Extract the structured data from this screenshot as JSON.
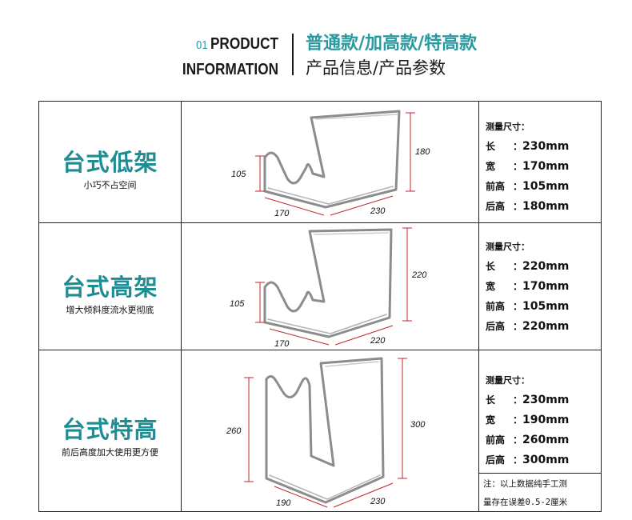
{
  "header": {
    "number": "01",
    "title_line1": "PRODUCT",
    "title_line2": "INFORMATION",
    "models": "普通款/加高款/特高款",
    "subtitle": "产品信息/产品参数"
  },
  "rows": [
    {
      "name": "台式低架",
      "tagline": "小巧不占空间",
      "dims": {
        "front": "105",
        "back": "180",
        "depth": "170",
        "width": "230"
      },
      "spec_heading": "测量尺寸：",
      "specs": [
        {
          "label": "长",
          "colon": "：",
          "value": "230mm"
        },
        {
          "label": "宽",
          "colon": "：",
          "value": "170mm"
        },
        {
          "label": "前高",
          "colon": "：",
          "value": "105mm"
        },
        {
          "label": "后高",
          "colon": "：",
          "value": "180mm"
        }
      ]
    },
    {
      "name": "台式高架",
      "tagline": "增大倾斜度流水更彻底",
      "dims": {
        "front": "105",
        "back": "220",
        "depth": "170",
        "width": "220"
      },
      "spec_heading": "测量尺寸：",
      "specs": [
        {
          "label": "长",
          "colon": "：",
          "value": "220mm"
        },
        {
          "label": "宽",
          "colon": "：",
          "value": "170mm"
        },
        {
          "label": "前高",
          "colon": "：",
          "value": "105mm"
        },
        {
          "label": "后高",
          "colon": "：",
          "value": "220mm"
        }
      ]
    },
    {
      "name": "台式特高",
      "tagline": "前后高度加大使用更方便",
      "dims": {
        "front": "260",
        "back": "300",
        "depth": "190",
        "width": "230"
      },
      "spec_heading": "测量尺寸：",
      "specs": [
        {
          "label": "长",
          "colon": "：",
          "value": "230mm"
        },
        {
          "label": "宽",
          "colon": "：",
          "value": "190mm"
        },
        {
          "label": "前高",
          "colon": "：",
          "value": "260mm"
        },
        {
          "label": "后高",
          "colon": "：",
          "value": "300mm"
        }
      ],
      "note_line1": "注：以上数据纯手工测",
      "note_line2": "量存在误差0.5-2厘米"
    }
  ],
  "colors": {
    "accent": "#1e8c93",
    "dimension_line": "#c0262c",
    "border": "#222222"
  }
}
